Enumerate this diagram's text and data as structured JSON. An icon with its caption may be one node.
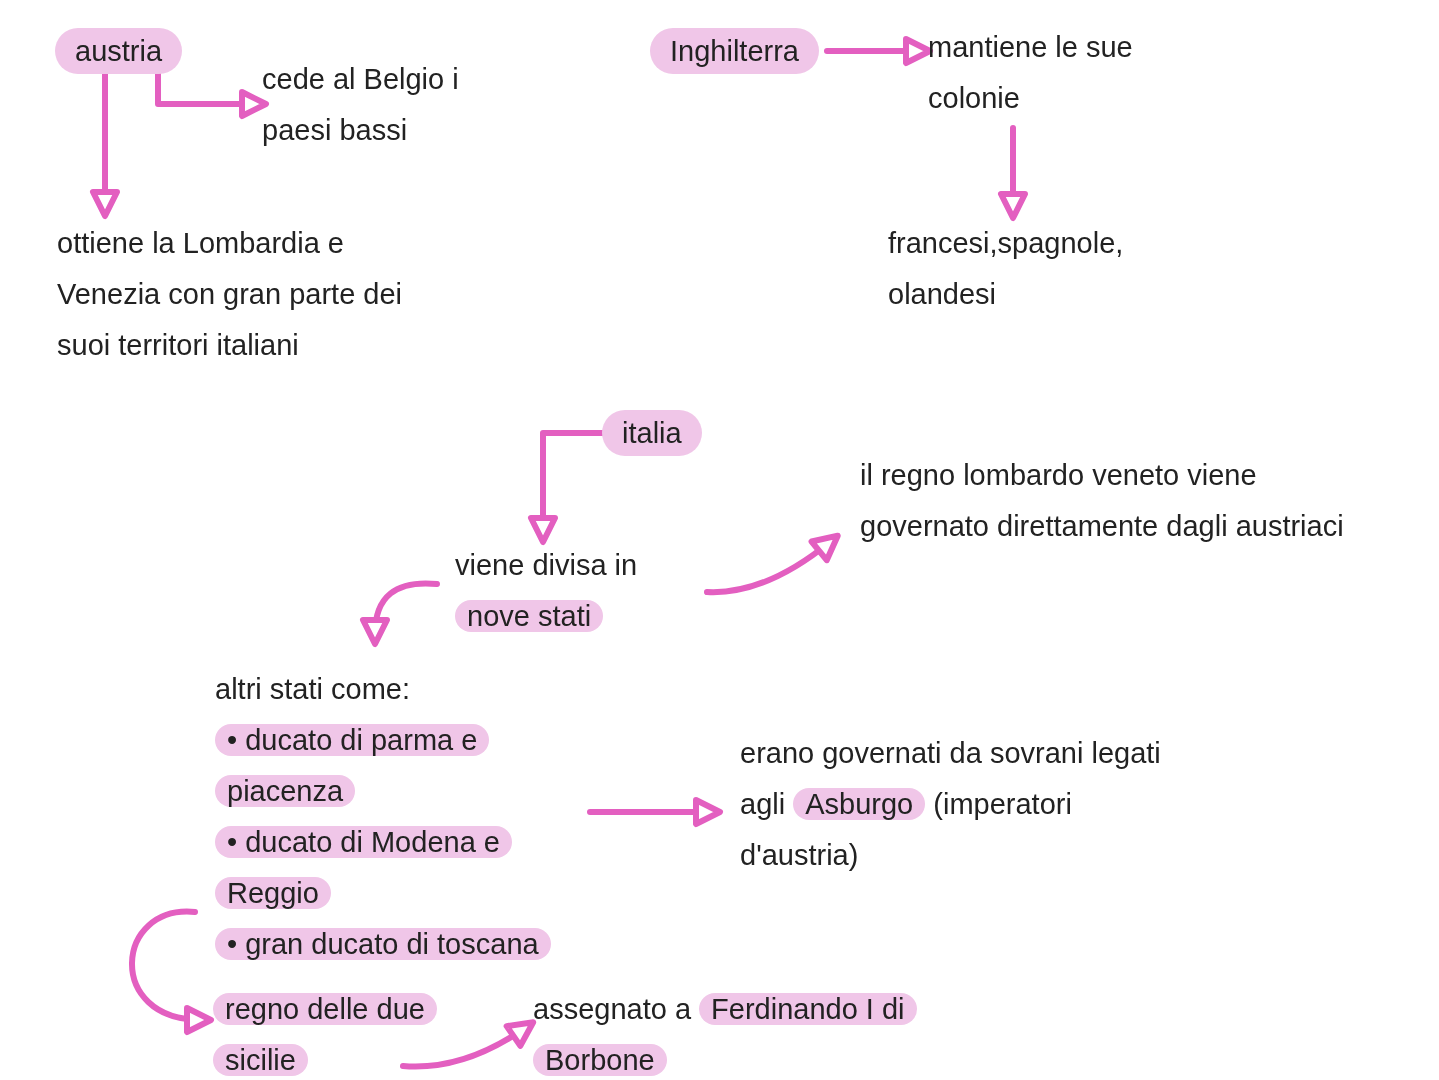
{
  "diagram": {
    "nodes": [
      {
        "text": [
          "austria"
        ]
      },
      {
        "text": [
          "cede al Belgio i paesi bassi"
        ]
      },
      {
        "text": [
          "ottiene la Lombardia e Venezia con gran parte dei suoi territori italiani"
        ]
      },
      {
        "text": [
          "Inghilterra"
        ]
      },
      {
        "text": [
          "mantiene le sue colonie"
        ]
      },
      {
        "text": [
          "francesi,spagnole, olandesi"
        ]
      },
      {
        "text": [
          "italia"
        ]
      },
      {
        "text": [
          "viene divisa in",
          "nove stati"
        ]
      },
      {
        "text": [
          "il regno lombardo veneto viene governato direttamente dagli austriaci"
        ]
      },
      {
        "text": [
          "altri stati come:",
          "• ducato di parma e piacenza",
          "• ducato di Modena e Reggio",
          "• gran ducato di toscana"
        ]
      },
      {
        "text": [
          "regno delle due sicilie"
        ]
      },
      {
        "text": [
          "erano governati da sovrani legati agli",
          "Asburgo",
          "(imperatori d'austria)"
        ]
      },
      {
        "text": [
          "assegnato a",
          "Ferdinando I di Borbone"
        ]
      }
    ],
    "edges": [
      {
        "from": 0,
        "to": 1,
        "arrow": "to"
      },
      {
        "from": 0,
        "to": 2,
        "arrow": "to"
      },
      {
        "from": 3,
        "to": 4,
        "arrow": "to"
      },
      {
        "from": 4,
        "to": 5,
        "arrow": "to"
      },
      {
        "from": 6,
        "to": 7,
        "arrow": "to"
      },
      {
        "from": 7,
        "to": 9,
        "arrow": "to"
      },
      {
        "from": 7,
        "to": 8,
        "arrow": "to"
      },
      {
        "from": 9,
        "to": 11,
        "arrow": "to"
      },
      {
        "from": 9,
        "to": 10,
        "arrow": "to"
      },
      {
        "from": 10,
        "to": 12,
        "arrow": "to"
      }
    ]
  }
}
